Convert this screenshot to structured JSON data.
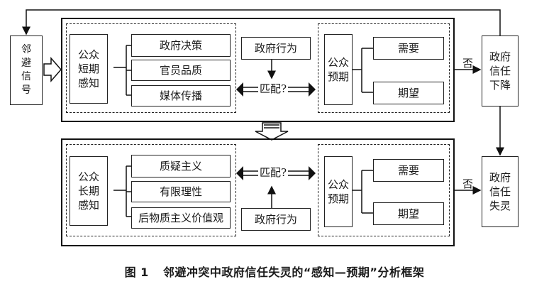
{
  "signal": "邻\n避\n信\n号",
  "top_panel": {
    "perception": "公众\n短期\n感知",
    "perception_items": [
      "政府决策",
      "官员品质",
      "媒体传播"
    ],
    "gov_action": "政府行为",
    "match": "匹配?",
    "expectation": "公众\n预期",
    "expectation_items": [
      "需要",
      "期望"
    ]
  },
  "bottom_panel": {
    "perception": "公众\n长期\n感知",
    "perception_items": [
      "质疑主义",
      "有限理性",
      "后物质主义价值观"
    ],
    "gov_action": "政府行为",
    "match": "匹配?",
    "expectation": "公众\n预期",
    "expectation_items": [
      "需要",
      "期望"
    ]
  },
  "no_label_top": "否",
  "no_label_bottom": "否",
  "outcome_top": "政府\n信任\n下降",
  "outcome_bottom": "政府\n信任\n失灵",
  "caption": {
    "figure": "图 1",
    "title": "邻避冲突中政府信任失灵的“感知—预期”分析框架"
  }
}
